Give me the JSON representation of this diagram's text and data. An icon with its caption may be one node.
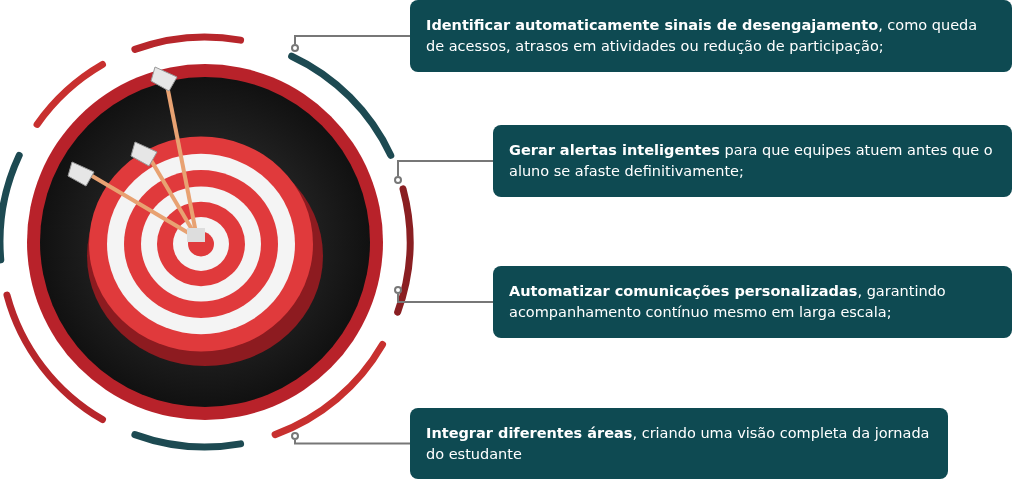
{
  "diagram": {
    "nodes": [
      {
        "text": [
          "**Identificar automaticamente sinais de desengajamento**, como queda de acessos, atrasos em atividades ou redução de participação;"
        ]
      },
      {
        "text": [
          "**Gerar alertas inteligentes** para que equipes atuem antes que o aluno se afaste definitivamente;"
        ]
      },
      {
        "text": [
          "**Automatizar comunicações personalizadas**, garantindo acompanhamento contínuo mesmo em larga escala;"
        ]
      },
      {
        "text": [
          "**Integrar diferentes áreas**, criando uma visão completa da jornada do estudante"
        ]
      },
      {
        "text": [],
        "shape": "circle"
      },
      {
        "text": [],
        "shape": "circle"
      },
      {
        "text": [],
        "shape": "circle"
      },
      {
        "text": [],
        "shape": "circle"
      }
    ],
    "edges": [
      {
        "from": 0,
        "to": 4,
        "arrow": "none"
      },
      {
        "from": 1,
        "to": 5,
        "arrow": "none"
      },
      {
        "from": 2,
        "to": 6,
        "arrow": "none"
      },
      {
        "from": 3,
        "to": 7,
        "arrow": "none"
      }
    ]
  }
}
